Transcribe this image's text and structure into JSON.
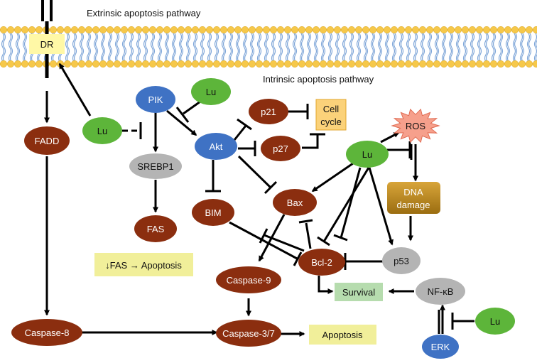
{
  "titles": {
    "extrinsic": "Extrinsic apoptosis pathway",
    "intrinsic": "Intrinsic apoptosis pathway"
  },
  "nodes": {
    "dr": "DR",
    "fadd": "FADD",
    "caspase8": "Caspase-8",
    "lu_left": "Lu",
    "pi3k": "PIK",
    "lu_top": "Lu",
    "akt": "Akt",
    "srebp1": "SREBP1",
    "fas": "FAS",
    "p21": "p21",
    "p27": "p27",
    "cell_cycle_1": "Cell",
    "cell_cycle_2": "cycle",
    "lu_center": "Lu",
    "ros": "ROS",
    "dna_damage_1": "DNA",
    "dna_damage_2": "damage",
    "bim": "BIM",
    "bax": "Bax",
    "bcl2": "Bcl-2",
    "p53": "p53",
    "caspase9": "Caspase-9",
    "caspase37": "Caspase-3/7",
    "apoptosis": "Apoptosis",
    "survival": "Survival",
    "nfkb": "NF-κB",
    "erk": "ERK",
    "lu_right": "Lu",
    "fas_note": "↓FAS → Apoptosis"
  },
  "colors": {
    "brown": "#8b2e0f",
    "green": "#5db53a",
    "blue": "#3f72c4",
    "gray": "#b4b4b4",
    "yellow_box": "#f1ef9a",
    "cell_cycle_box": "#fbd27a",
    "survival_box": "#b6dcae",
    "dna_box": "#b8860b",
    "ros_fill": "#f6a08c",
    "membrane_head": "#f6c84a",
    "membrane_tail": "#7fa6d8"
  }
}
